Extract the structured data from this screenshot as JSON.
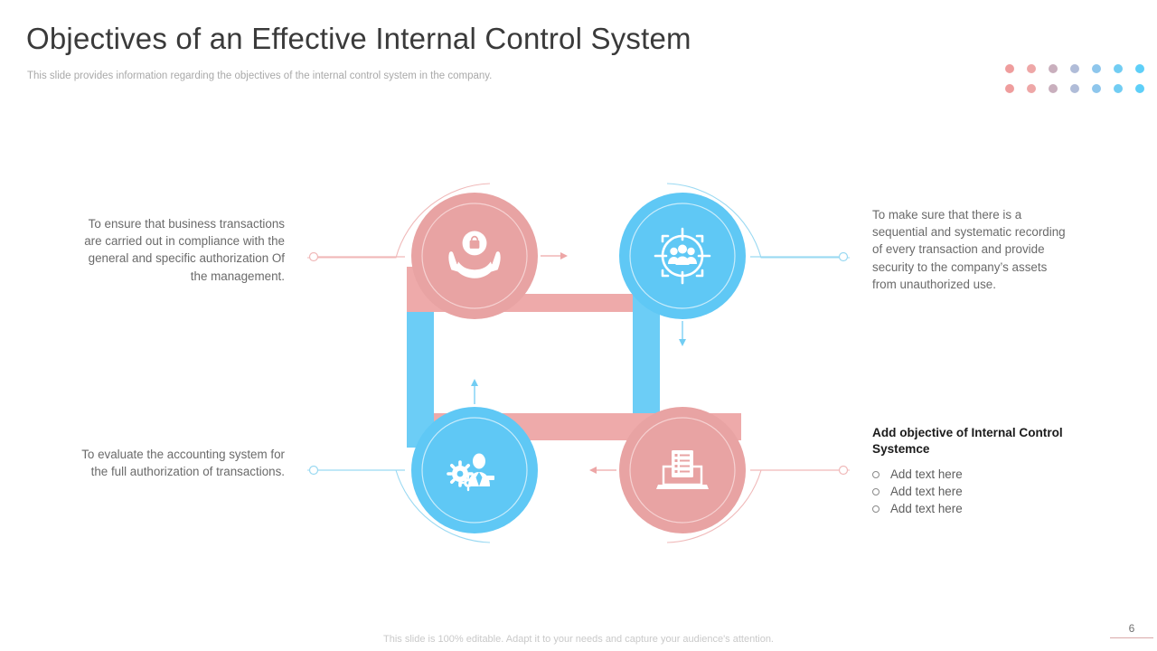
{
  "header": {
    "title": "Objectives of an Effective Internal Control System",
    "subtitle": "This slide provides information regarding the objectives of the internal control system in the company."
  },
  "colors": {
    "pink": "#e8a3a3",
    "pink_light": "#efb6b6",
    "pink_line": "#f0b9b9",
    "blue": "#5fc8f5",
    "blue_light": "#7ad2f7",
    "blue_line": "#8fd9f5",
    "title_text": "#3a3a3a",
    "body_text": "#6a6a6a",
    "subtitle_text": "#a9a9a9",
    "footer_text": "#c9c9c9",
    "heading_text": "#1b1b1b"
  },
  "decor_dots": {
    "row1": [
      "#ef9d9d",
      "#eea7a7",
      "#c9afbd",
      "#b0bcd8",
      "#8ec6ec",
      "#72cdf3",
      "#5ecff8",
      "#55d0fa"
    ],
    "row2": [
      "#ef9d9d",
      "#eea7a7",
      "#c9afbd",
      "#b0bcd8",
      "#8ec6ec",
      "#72cdf3",
      "#5ecff8",
      "#55d0fa"
    ]
  },
  "nodes": [
    {
      "id": "top-left",
      "icon": "hands-holding-lock-icon",
      "color": "pink",
      "text": "To ensure that business transactions are carried out in compliance with the general and specific authorization Of the management."
    },
    {
      "id": "top-right",
      "icon": "target-people-group-icon",
      "color": "blue",
      "text": "To make sure that there is a sequential and systematic recording of every transaction and provide security to the company’s assets from unauthorized use."
    },
    {
      "id": "bottom-left",
      "icon": "businessman-gears-icon",
      "color": "blue",
      "text": "To evaluate the accounting system for the full authorization of transactions."
    },
    {
      "id": "bottom-right",
      "icon": "laptop-checklist-icon",
      "color": "pink",
      "heading": "Add objective of Internal Control Systemce",
      "bullets": [
        "Add text here",
        "Add text here",
        "Add text here"
      ]
    }
  ],
  "footer": {
    "note": "This slide is 100% editable. Adapt it to your needs and capture your audience's attention.",
    "page_number": "6"
  }
}
